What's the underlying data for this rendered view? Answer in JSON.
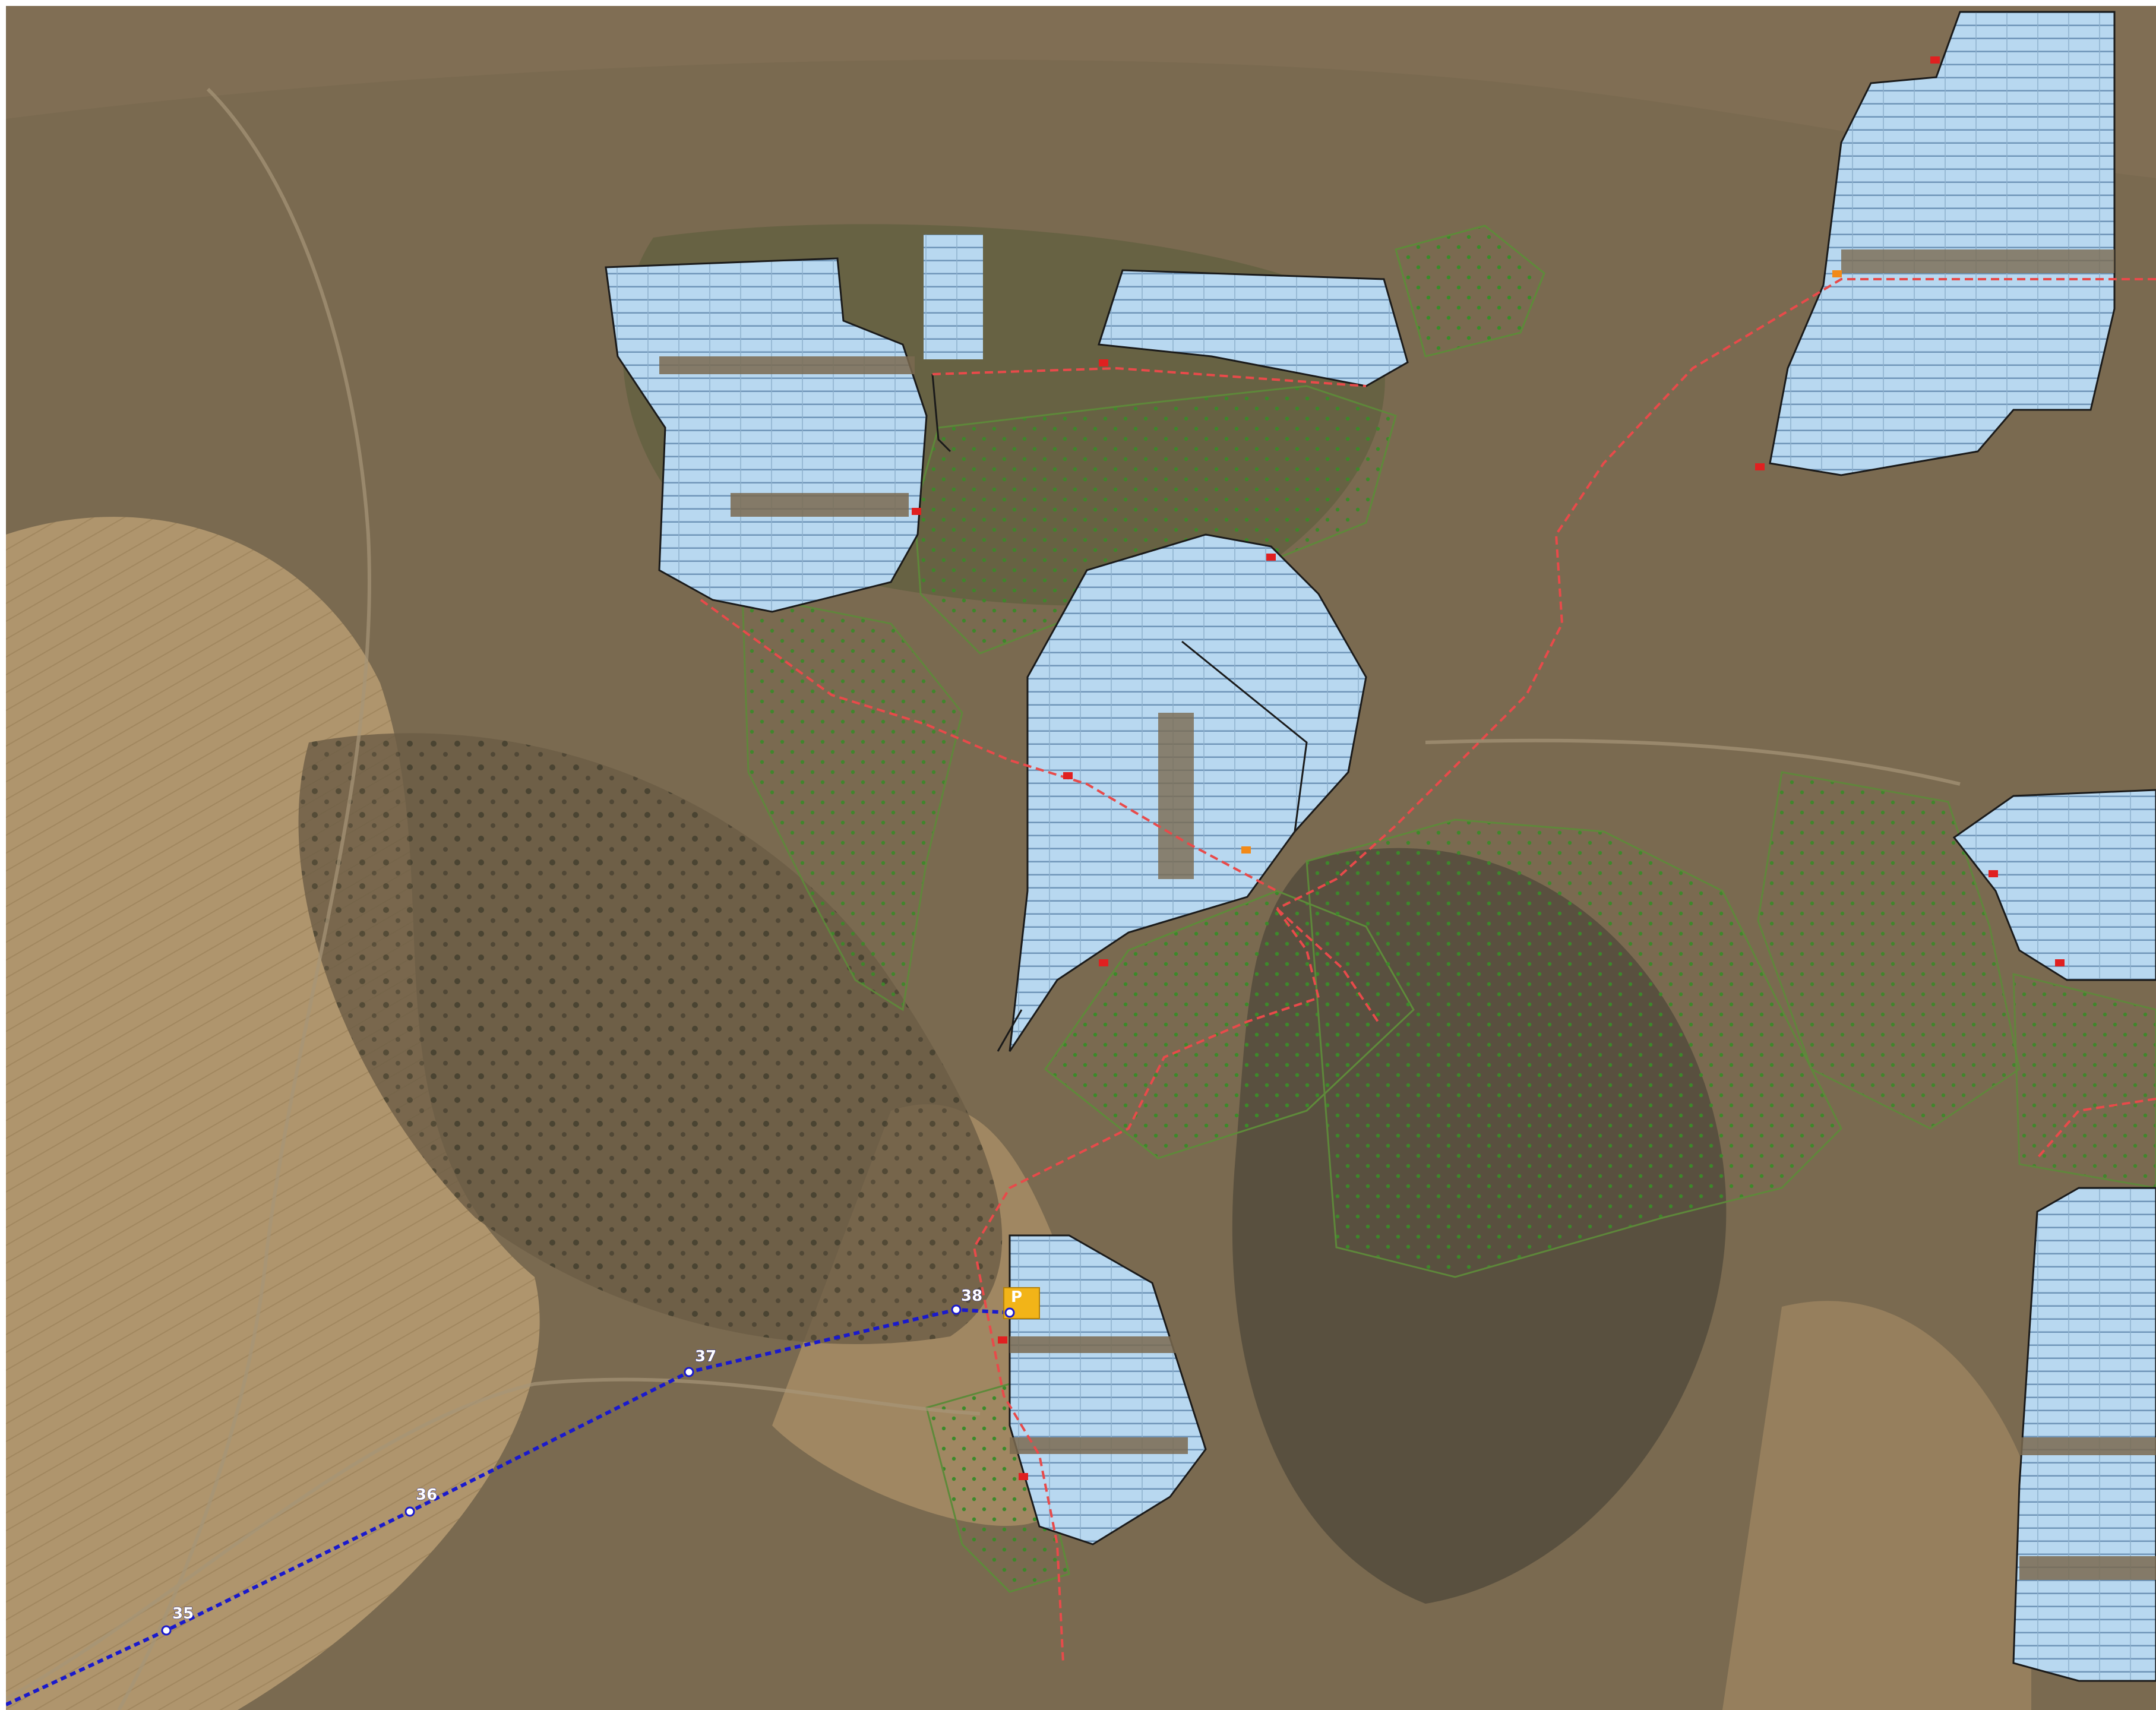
{
  "colors": {
    "terrain_base": "#7a6a50",
    "terrain_field": "#b89d72",
    "terrain_dark": "#5c5040",
    "terrain_green": "#55603a",
    "panel_fill": "#b8d8f0",
    "panel_stroke": "#6f95b8",
    "boundary": "#1a1a1a",
    "area_outline_green": "#5e8a3a",
    "tree_dot": "#3c8a2a",
    "cable_route": "#e84a4a",
    "power_line": "#1a1acc",
    "substation": "#f2b418",
    "inverter": "#e02020"
  },
  "icons": {
    "pylon": "circle-marker",
    "inverter": "red-square",
    "substation": "orange-square"
  },
  "pylons": [
    {
      "label": "35"
    },
    {
      "label": "36"
    },
    {
      "label": "37"
    },
    {
      "label": "38"
    }
  ],
  "substation": {
    "label": "P"
  }
}
